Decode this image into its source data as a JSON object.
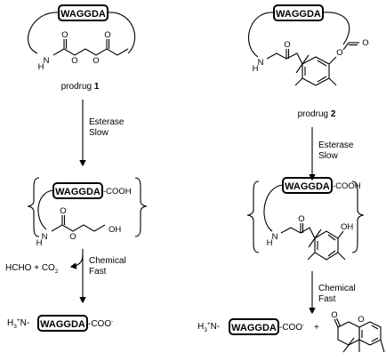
{
  "left": {
    "prodrug_prefix": "prodrug",
    "prodrug_num": "1",
    "peptide": "WAGGDA",
    "step1": {
      "line1": "Esterase",
      "line2": "Slow"
    },
    "intermediate_tail": "-COOH",
    "atoms": {
      "N": "N",
      "H": "H",
      "O": "O",
      "OH": "OH"
    },
    "byproducts": {
      "hcho": "HCHO + CO",
      "sub": "2",
      "tail": "←"
    },
    "step2": {
      "line1": "Chemical",
      "line2": "Fast"
    },
    "product": {
      "amine_pre": "H",
      "amine_sub": "3",
      "amine_sup": "+",
      "amine_post": "N-",
      "tail": "-COO",
      "tail_sup": "-"
    }
  },
  "right": {
    "prodrug_prefix": "prodrug",
    "prodrug_num": "2",
    "peptide": "WAGGDA",
    "step1": {
      "line1": "Esterase",
      "line2": "Slow"
    },
    "intermediate_tail": "-COOH",
    "atoms": {
      "N": "N",
      "H": "H",
      "O": "O",
      "OH": "OH"
    },
    "step2": {
      "line1": "Chemical",
      "line2": "Fast"
    },
    "product": {
      "amine_pre": "H",
      "amine_sub": "3",
      "amine_sup": "+",
      "amine_post": "N-",
      "tail": "-COO",
      "tail_sup": "-",
      "plus": "+"
    }
  }
}
